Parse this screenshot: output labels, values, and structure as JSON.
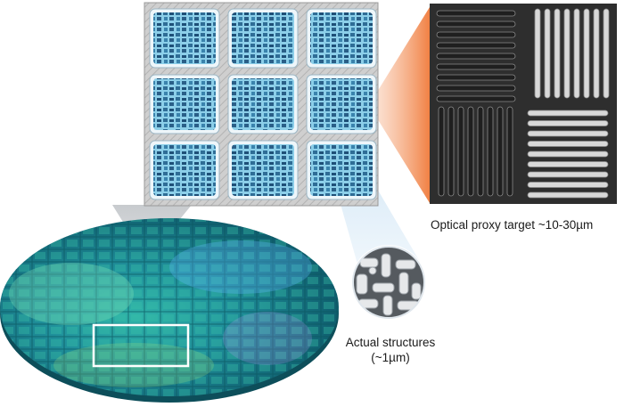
{
  "captions": {
    "optical_proxy": "Optical proxy target ~10-30µm",
    "actual_line1": "Actual structures",
    "actual_line2": "(~1µm)"
  },
  "colors": {
    "background": "#ffffff",
    "wafer_teal": "#1f9aa0",
    "die_blue": "#7fc8e8",
    "frame_gray": "#c8c8c8",
    "sem_dark": "#2b2b2b",
    "orange_callout": "#f07a3a",
    "blue_callout": "#8fc3e6",
    "selection_box": "#ffffff"
  },
  "elements": {
    "wafer": "silicon-wafer",
    "die_grid": "3x3-die-grid",
    "optical_target": "optical-proxy-target",
    "sem_image": "actual-structures-sem"
  }
}
